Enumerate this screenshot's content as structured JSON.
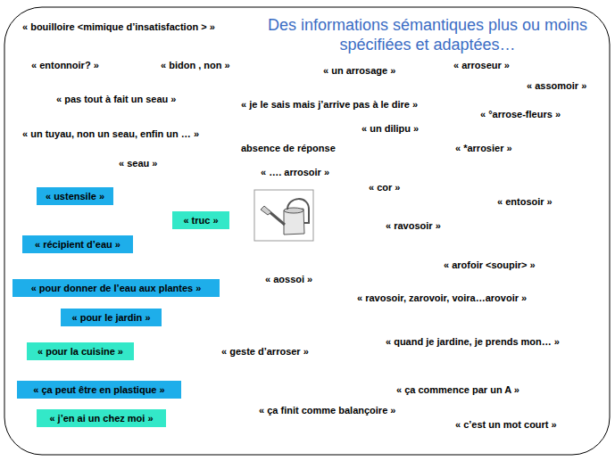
{
  "diagram": {
    "title": "Des informations sémantiques plus ou moins spécifiées et adaptées…",
    "nodes": [
      {
        "text": [
          "« ustensile »"
        ]
      },
      {
        "text": [
          "« truc »"
        ]
      },
      {
        "text": [
          "« récipient d’eau »"
        ]
      },
      {
        "text": [
          "« pour donner de l’eau aux plantes »"
        ]
      },
      {
        "text": [
          "« pour le jardin »"
        ]
      },
      {
        "text": [
          "« pour la cuisine »"
        ]
      },
      {
        "text": [
          "« ça peut être en plastique »"
        ]
      },
      {
        "text": [
          "« j’en ai un chez moi »"
        ]
      }
    ],
    "labels": [
      "« bouilloire <mimique d’insatisfaction > »",
      "« entonnoir? »",
      "« bidon , non »",
      "« un arrosage »",
      "« arroseur »",
      "« assomoir »",
      "« pas tout à fait un seau »",
      "« je le sais mais j’arrive pas à le dire »",
      "« °arrose-fleurs »",
      "« un tuyau, non un seau, enfin un … »",
      "« un dilipu »",
      "absence de réponse",
      "« *arrosier »",
      "« seau »",
      "« …. arrosoir »",
      "« cor »",
      "« entosoir »",
      "« ravosoir »",
      "« arofoir <soupir> »",
      "« aossoi »",
      "« ravosoir, zarovoir, voira…arovoir »",
      "« quand je jardine, je prends mon… »",
      "« geste d’arroser »",
      "« ça commence par un A »",
      "« ça finit comme balançoire »",
      "« c’est un mot court »"
    ]
  }
}
